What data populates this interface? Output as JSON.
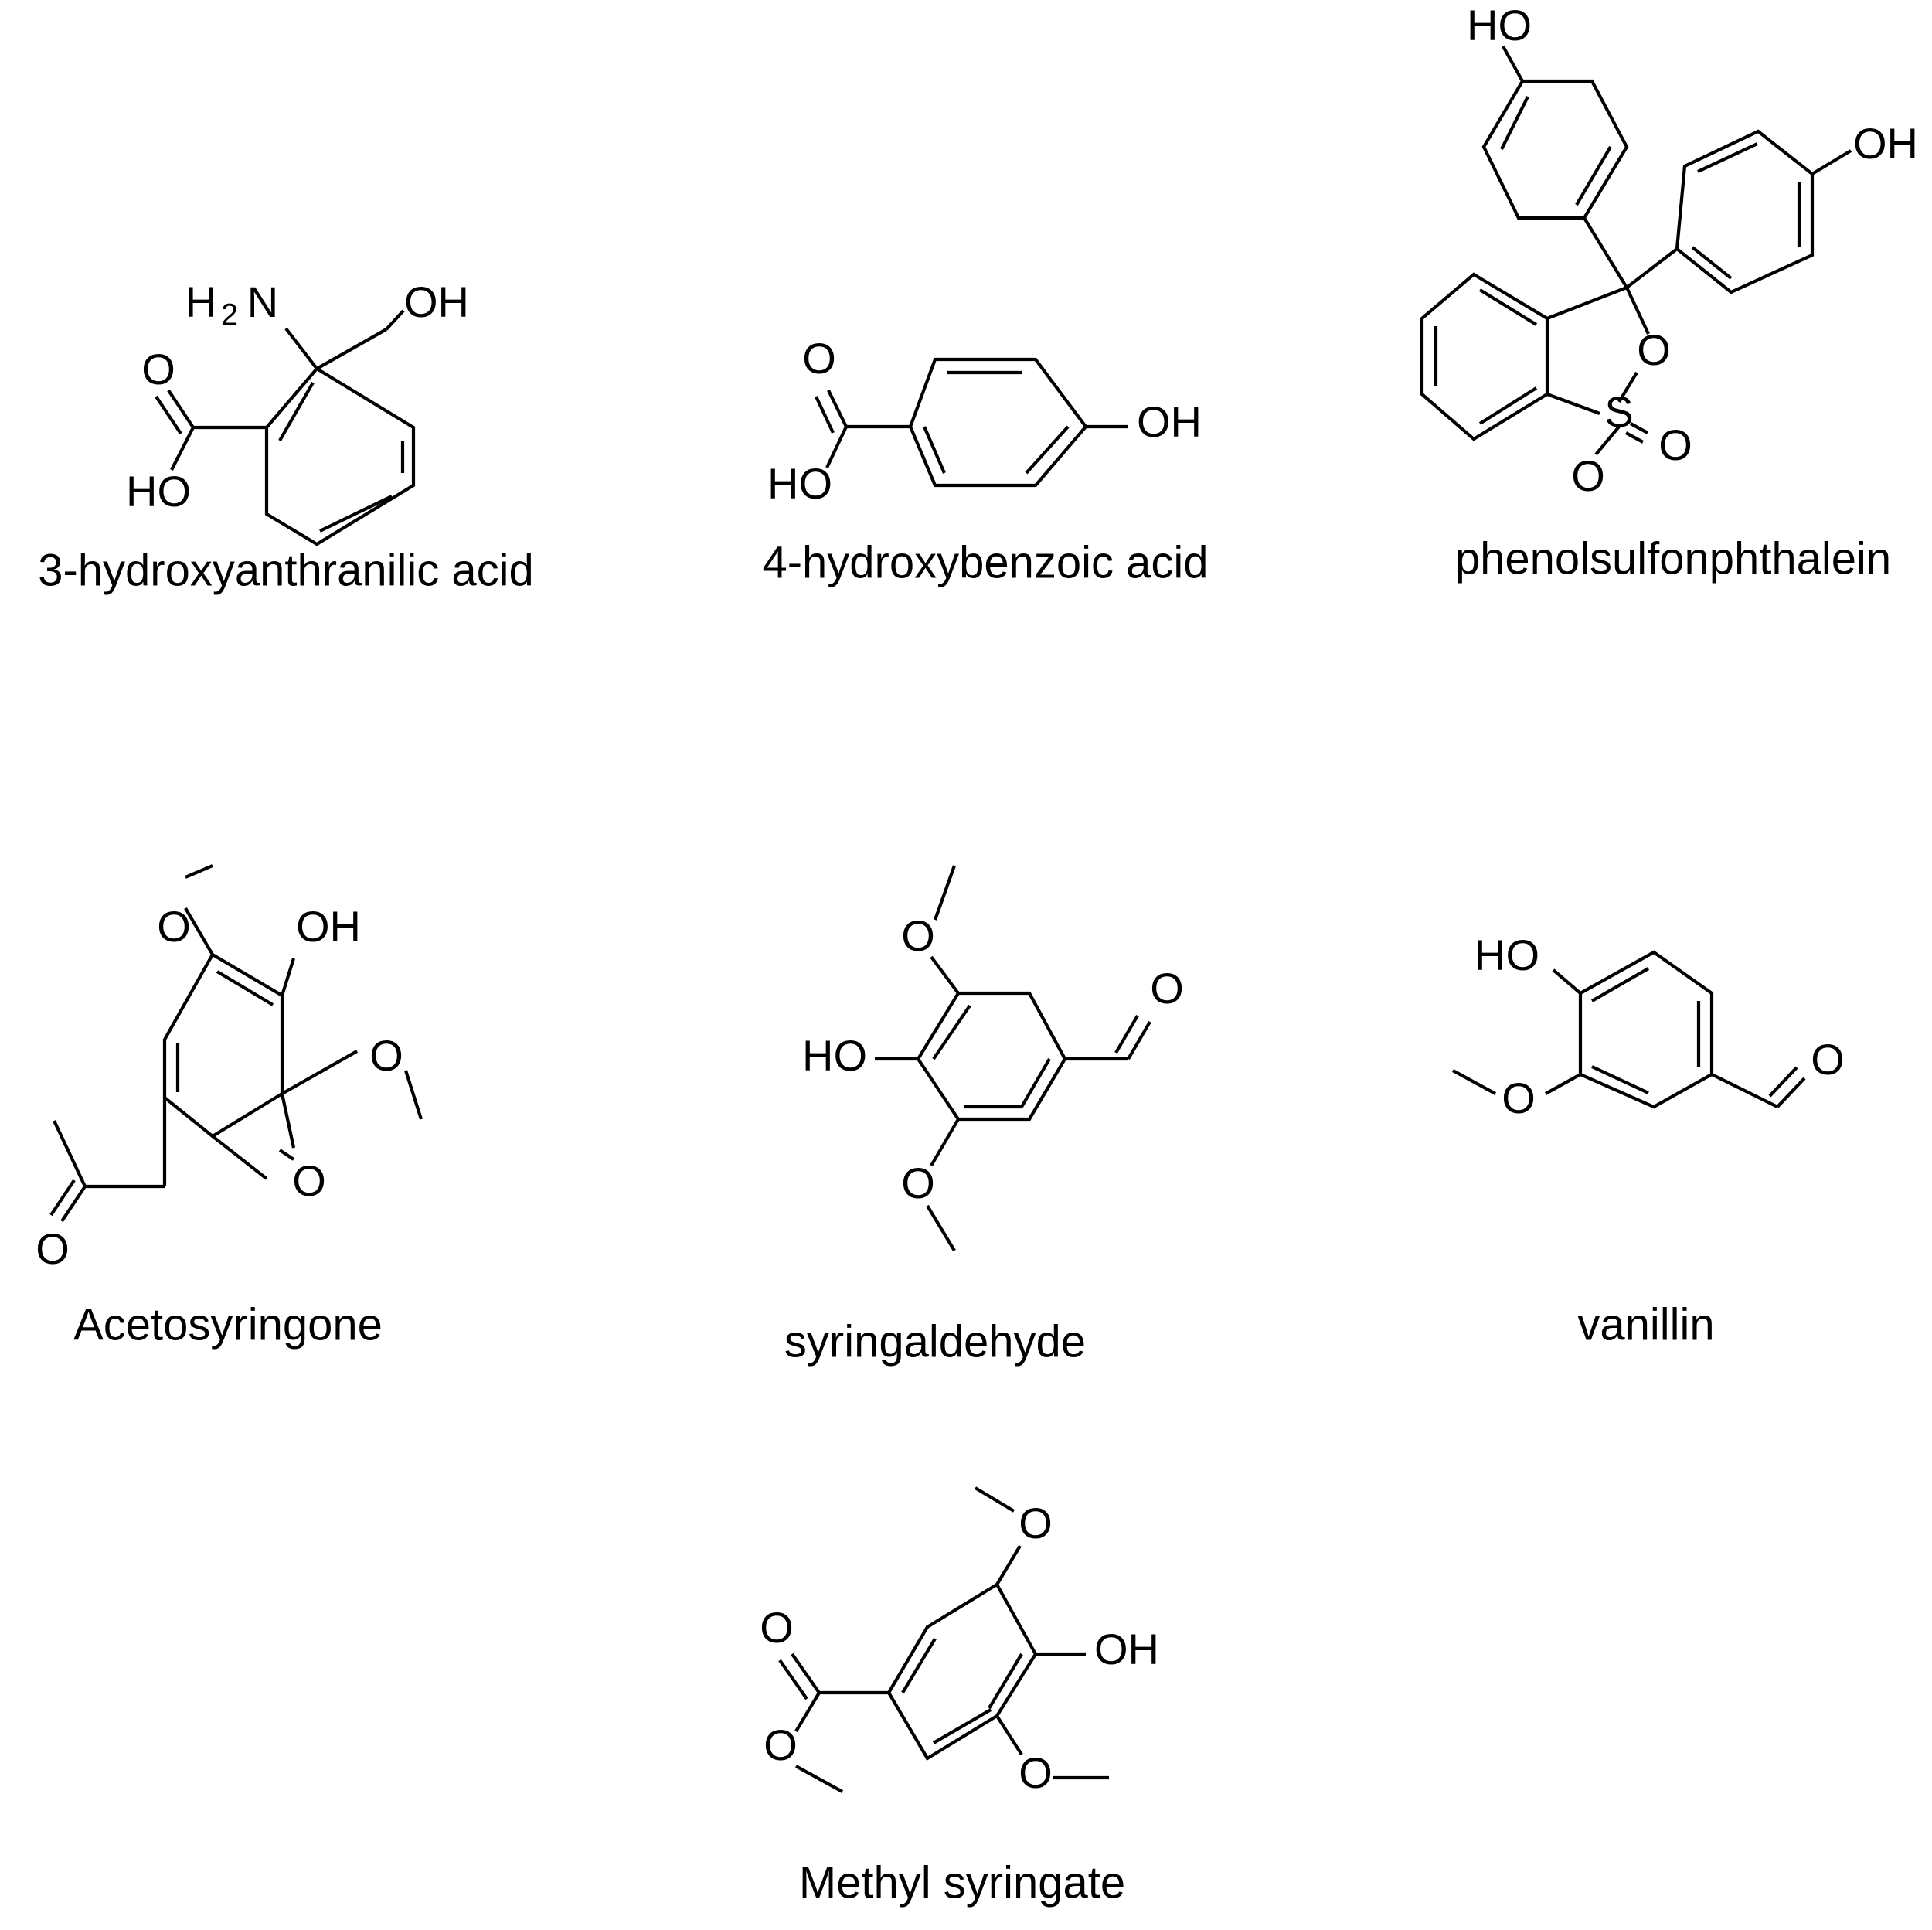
{
  "compounds": [
    {
      "name": "3-hydroxyanthranilic acid",
      "labels": {
        "nh2_h": "H",
        "nh2_sub": "2",
        "nh2_n": "N",
        "oh": "OH",
        "o": "O",
        "cooh": "HO"
      }
    },
    {
      "name": "4-hydroxybenzoic acid",
      "labels": {
        "o": "O",
        "cooh": "HO",
        "oh": "OH"
      }
    },
    {
      "name": "phenolsulfonphthalein",
      "labels": {
        "oh_top": "HO",
        "oh_right": "OH",
        "o_ring": "O",
        "s": "S",
        "o_s_right": "O",
        "o_s_bottom": "O"
      }
    },
    {
      "name": "Acetosyringone",
      "labels": {
        "o_ome_top": "O",
        "oh": "OH",
        "o_ome_right": "O",
        "o_ketone": "O",
        "o_acetyl": "O"
      }
    },
    {
      "name": "syringaldehyde",
      "labels": {
        "o_ome_top": "O",
        "oh": "HO",
        "o_ome_bottom": "O",
        "o_cho": "O"
      }
    },
    {
      "name": "vanillin",
      "labels": {
        "oh": "HO",
        "o_ome": "O",
        "o_cho": "O"
      }
    },
    {
      "name": "Methyl syringate",
      "labels": {
        "o_ome_top": "O",
        "oh": "OH",
        "o_ome_bottom": "O",
        "o_carbonyl": "O",
        "o_ester": "O"
      }
    }
  ]
}
